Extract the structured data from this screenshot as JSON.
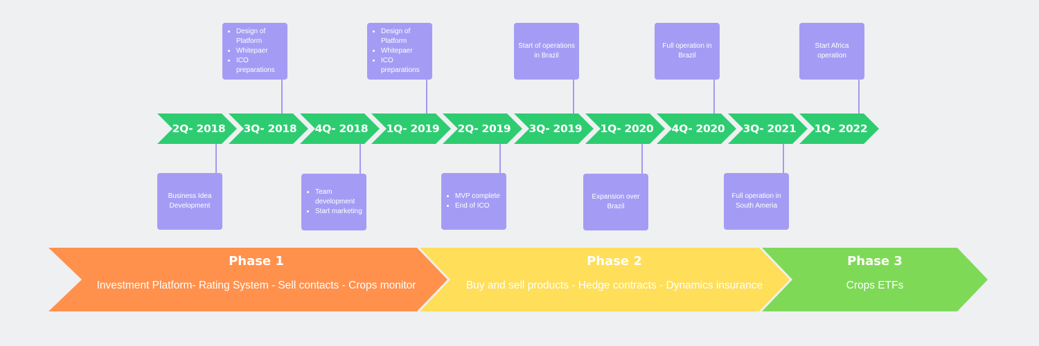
{
  "timeline": {
    "quarters": [
      "2Q- 2018",
      "3Q- 2018",
      "4Q- 2018",
      "1Q- 2019",
      "2Q- 2019",
      "3Q- 2019",
      "1Q- 2020",
      "4Q- 2020",
      "3Q- 2021",
      "1Q- 2022"
    ],
    "chevron_color": "#2ecc71"
  },
  "milestones": {
    "q2_2018": {
      "text": "Business Idea Development"
    },
    "q3_2018": {
      "items": [
        "Design of Platform",
        "Whitepaer",
        "ICO preparations"
      ]
    },
    "q4_2018": {
      "items": [
        "Team development",
        "Start marketing"
      ]
    },
    "q1_2019": {
      "items": [
        "Design of Platform",
        "Whitepaer",
        "ICO preparations"
      ]
    },
    "q2_2019": {
      "items": [
        "MVP complete",
        "End of ICO"
      ]
    },
    "q3_2019": {
      "text": "Start of operations in Brazil"
    },
    "q1_2020": {
      "text": "Expansion over Brazil"
    },
    "q4_2020": {
      "text": "Full operation in Brazil"
    },
    "q3_2021": {
      "text": "Full operation in South Ameria"
    },
    "q1_2022": {
      "text": "Start Africa operation"
    },
    "box_color": "#a49cf4"
  },
  "phases": [
    {
      "title": "Phase 1",
      "desc": "Investment Platform- Rating System - Sell contacts - Crops monitor",
      "color": "#ff914d"
    },
    {
      "title": "Phase 2",
      "desc": "Buy and sell products - Hedge contracts - Dynamics insurance",
      "color": "#ffde59"
    },
    {
      "title": "Phase 3",
      "desc": "Crops ETFs",
      "color": "#7ed957"
    }
  ]
}
